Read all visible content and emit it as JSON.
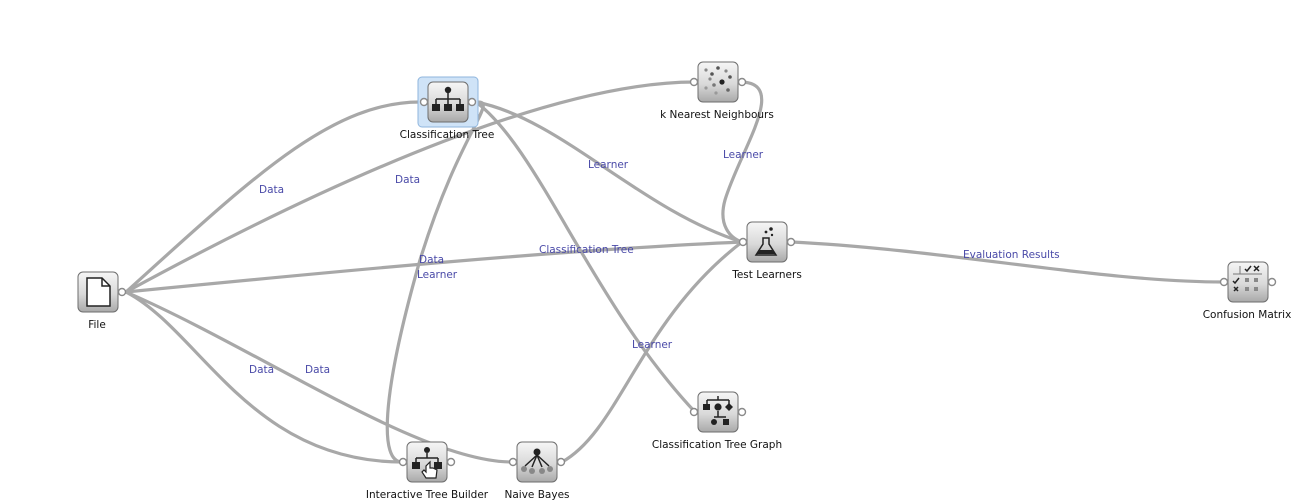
{
  "canvas": {
    "background": "#ffffff",
    "link_color": "#a8a8a8",
    "label_color": "#4a4aa8"
  },
  "widgets": {
    "file": {
      "label": "File",
      "icon": "file-icon"
    },
    "classification_tree": {
      "label": "Classification Tree",
      "icon": "classification-tree-icon",
      "selected": true
    },
    "knn": {
      "label": "k Nearest Neighbours",
      "icon": "scatter-dots-icon"
    },
    "test_learners": {
      "label": "Test Learners",
      "icon": "flask-icon"
    },
    "confusion_matrix": {
      "label": "Confusion Matrix",
      "icon": "matrix-icon"
    },
    "tree_graph": {
      "label": "Classification Tree Graph",
      "icon": "tree-graph-icon"
    },
    "interactive_tree": {
      "label": "Interactive Tree Builder",
      "icon": "tree-hand-icon"
    },
    "naive_bayes": {
      "label": "Naive Bayes",
      "icon": "bayes-network-icon"
    }
  },
  "links": {
    "file_to_ctree": "Data",
    "file_to_knn": "Data",
    "file_to_test": "Data",
    "itree_to_test": "Learner",
    "ctree_to_test": "Learner",
    "knn_to_test": "Learner",
    "ctree_classification_tree": "Classification Tree",
    "nb_to_test": "Learner",
    "test_to_cm": "Evaluation Results",
    "file_to_itree": "Data",
    "file_to_nb": "Data"
  }
}
